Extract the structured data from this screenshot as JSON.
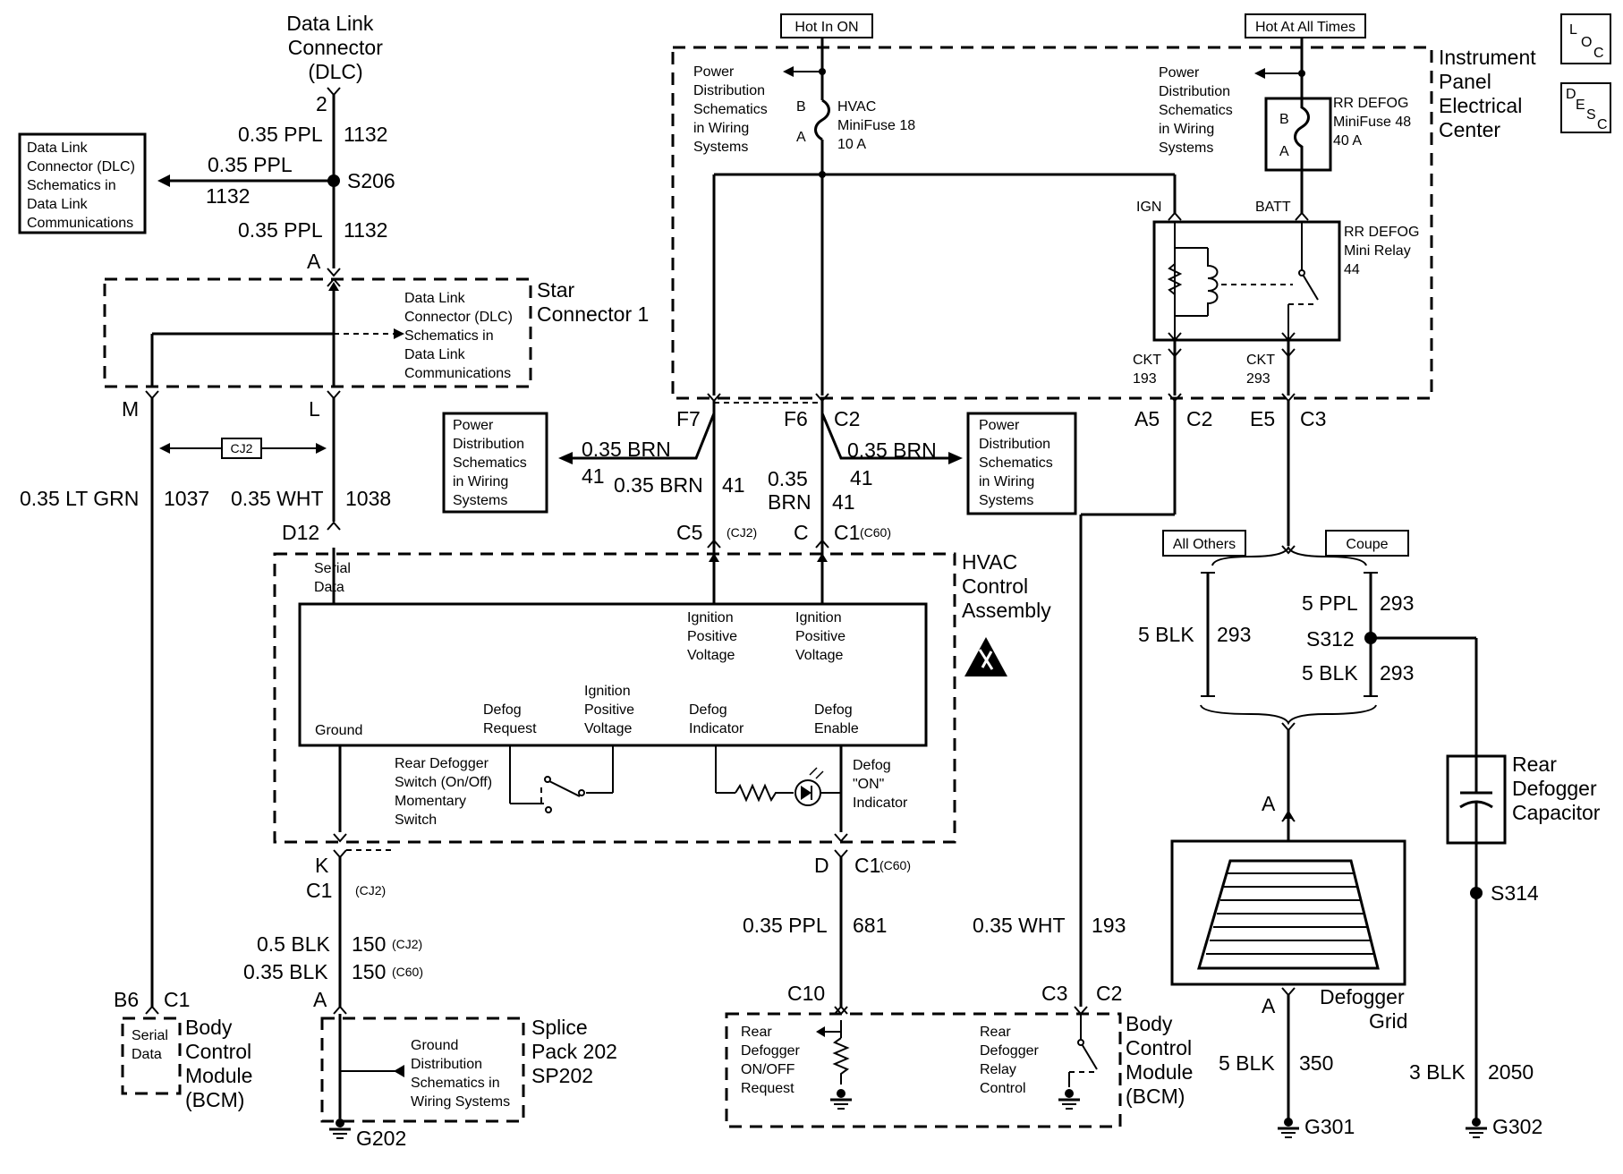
{
  "labels": {
    "dlc_title": [
      "Data Link",
      "Connector",
      "(DLC)"
    ],
    "dlc_pin": "2",
    "w_ppl_top": "0.35 PPL",
    "c1132_top": "1132",
    "dlc_ref": [
      "Data Link",
      "Connector (DLC)",
      "Schematics in",
      "Data Link",
      "Communications"
    ],
    "w_ppl_mid": "0.35 PPL",
    "c1132_mid": "1132",
    "s206": "S206",
    "w_ppl_low": "0.35 PPL",
    "c1132_low": "1132",
    "pin_a_star": "A",
    "star_title": [
      "Star",
      "Connector 1"
    ],
    "star_ref": [
      "Data Link",
      "Connector (DLC)",
      "Schematics in",
      "Data Link",
      "Communications"
    ],
    "pin_m": "M",
    "pin_l": "L",
    "cj2": "CJ2",
    "w_ltgrn": "0.35 LT GRN",
    "c1037": "1037",
    "w_wht_1038": "0.35 WHT",
    "c1038": "1038",
    "pin_d12": "D12",
    "serial_data": [
      "Serial",
      "Data"
    ],
    "hot_in_on": "Hot In ON",
    "hot_all_times": "Hot At All Times",
    "loc_icon": [
      "L",
      "O",
      "C"
    ],
    "desc_icon": [
      "D",
      "E",
      "S",
      "C"
    ],
    "ipec_title": [
      "Instrument",
      "Panel",
      "Electrical",
      "Center"
    ],
    "pd_ref_left": [
      "Power",
      "Distribution",
      "Schematics",
      "in Wiring",
      "Systems"
    ],
    "hvac_fuse": [
      "HVAC",
      "MiniFuse 18",
      "10 A"
    ],
    "fuse_b": "B",
    "fuse_a": "A",
    "pd_ref_right": [
      "Power",
      "Distribution",
      "Schematics",
      "in Wiring",
      "Systems"
    ],
    "rr_fuse": [
      "RR DEFOG",
      "MiniFuse 48",
      "40 A"
    ],
    "rr_fuse_b": "B",
    "rr_fuse_a": "A",
    "ign": "IGN",
    "batt": "BATT",
    "rr_relay": [
      "RR DEFOG",
      "Mini Relay",
      "44"
    ],
    "ckt193": [
      "CKT",
      "193"
    ],
    "ckt293": [
      "CKT",
      "293"
    ],
    "pin_f7": "F7",
    "pin_f6": "F6",
    "pin_c2_f6": "C2",
    "pin_a5": "A5",
    "pin_c2_a5": "C2",
    "pin_e5": "E5",
    "pin_c3_e5": "C3",
    "pd_box1": [
      "Power",
      "Distribution",
      "Schematics",
      "in Wiring",
      "Systems"
    ],
    "pd_box2": [
      "Power",
      "Distribution",
      "Schematics",
      "in Wiring",
      "Systems"
    ],
    "w_brn_a": "0.35 BRN",
    "c41_a": "41",
    "w_brn_b": "0.35 BRN",
    "c41_b": "41",
    "w_brn_c": "0.35",
    "w_brn_c2": "BRN",
    "c41_c": "41",
    "w_brn_d": "0.35 BRN",
    "c41_d": "41",
    "pin_c5": "C5",
    "cj2_small": "(CJ2)",
    "pin_c": "C",
    "pin_c1_c60": "C1",
    "c60_small": "(C60)",
    "hvac_title": [
      "HVAC",
      "Control",
      "Assembly"
    ],
    "ign_pos_1": [
      "Ignition",
      "Positive",
      "Voltage"
    ],
    "ign_pos_2": [
      "Ignition",
      "Positive",
      "Voltage"
    ],
    "ign_pos_3": [
      "Ignition",
      "Positive",
      "Voltage"
    ],
    "ground": "Ground",
    "defog_request": [
      "Defog",
      "Request"
    ],
    "defog_indicator": [
      "Defog",
      "Indicator"
    ],
    "defog_enable": [
      "Defog",
      "Enable"
    ],
    "rear_switch": [
      "Rear Defogger",
      "Switch (On/Off)",
      "Momentary",
      "Switch"
    ],
    "defog_on": [
      "Defog",
      "\"ON\"",
      "Indicator"
    ],
    "pin_k": "K",
    "pin_c1_k": "C1",
    "cj2_k": "(CJ2)",
    "pin_d": "D",
    "pin_c1_d": "C1",
    "c60_d": "(C60)",
    "w_blk_05": "0.5 BLK",
    "c150_a": "150",
    "cj2_150": "(CJ2)",
    "w_blk_035": "0.35 BLK",
    "c150_b": "150",
    "c60_150": "(C60)",
    "w_ppl_681": "0.35 PPL",
    "c681": "681",
    "w_wht_193": "0.35 WHT",
    "c193": "193",
    "pin_b6": "B6",
    "pin_c1_b6": "C1",
    "bcm_serial": [
      "Serial",
      "Data"
    ],
    "bcm_title": [
      "Body",
      "Control",
      "Module",
      "(BCM)"
    ],
    "pin_a_sp": "A",
    "gnd_ref": [
      "Ground",
      "Distribution",
      "Schematics in",
      "Wiring Systems"
    ],
    "splice_title": [
      "Splice",
      "Pack 202",
      "SP202"
    ],
    "g202": "G202",
    "pin_c10": "C10",
    "pin_c3_bcm": "C3",
    "pin_c2_bcm": "C2",
    "bcm_req": [
      "Rear",
      "Defogger",
      "ON/OFF",
      "Request"
    ],
    "bcm_relay": [
      "Rear",
      "Defogger",
      "Relay",
      "Control"
    ],
    "bcm2_title": [
      "Body",
      "Control",
      "Module",
      "(BCM)"
    ],
    "all_others": "All Others",
    "coupe": "Coupe",
    "w_5blk_293": "5 BLK",
    "c293_a": "293",
    "w_5ppl": "5 PPL",
    "c293_b": "293",
    "s312": "S312",
    "w_5blk_b": "5 BLK",
    "c293_c": "293",
    "pin_a_grid_top": "A",
    "rear_cap": [
      "Rear",
      "Defogger",
      "Capacitor"
    ],
    "s314": "S314",
    "defogger_grid": [
      "Defogger",
      "Grid"
    ],
    "pin_a_grid_bot": "A",
    "w_5blk_350": "5 BLK",
    "c350": "350",
    "w_3blk": "3 BLK",
    "c2050": "2050",
    "g301": "G301",
    "g302": "G302"
  }
}
